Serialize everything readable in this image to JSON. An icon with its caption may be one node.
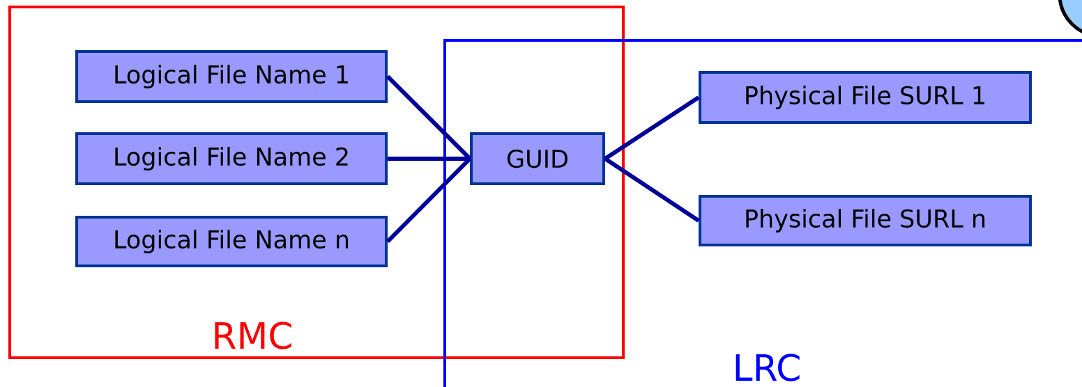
{
  "diagram": {
    "nodes": [
      {
        "text": [
          "RMC"
        ]
      },
      {
        "text": [
          "LRC"
        ]
      },
      {
        "text": [
          "Logical File Name 1"
        ],
        "in": 0
      },
      {
        "text": [
          "Logical File Name 2"
        ],
        "in": 0
      },
      {
        "text": [
          "Logical File Name n"
        ],
        "in": 0
      },
      {
        "text": [
          "GUID"
        ]
      },
      {
        "text": [
          "Physical File SURL 1"
        ],
        "in": 1
      },
      {
        "text": [
          "Physical File SURL n"
        ],
        "in": 1
      }
    ],
    "edges": [
      {
        "from": 2,
        "to": 5,
        "arrow": "none"
      },
      {
        "from": 3,
        "to": 5,
        "arrow": "none"
      },
      {
        "from": 4,
        "to": 5,
        "arrow": "none"
      },
      {
        "from": 5,
        "to": 6,
        "arrow": "none"
      },
      {
        "from": 5,
        "to": 7,
        "arrow": "none"
      }
    ]
  }
}
